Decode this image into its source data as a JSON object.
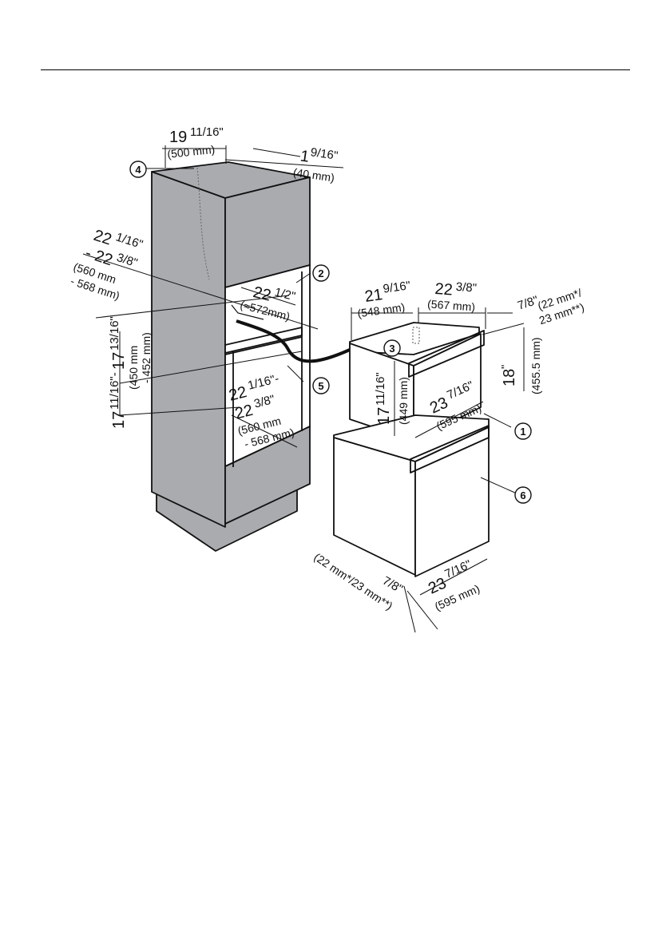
{
  "callouts": [
    "1",
    "2",
    "3",
    "4",
    "5",
    "6"
  ],
  "dimensions": {
    "top_width": {
      "big": "19",
      "frac": "11/16\"",
      "mm": "(500 mm)"
    },
    "top_gap": {
      "big": "1",
      "frac": "9/16\"",
      "mm": "(40 mm)"
    },
    "left_depth": {
      "l1_big": "22",
      "l1_frac": "1/16\"",
      "l2_big": "- 22",
      "l2_frac": "3/8\"",
      "mm1": "(560 mm",
      "mm2": "- 568 mm)"
    },
    "inner_width": {
      "big": "22",
      "frac": "1/2\"",
      "mm": "(≈572mm)"
    },
    "niche_height": {
      "big": "17",
      "frac": "11/16\"-",
      "big2": "17",
      "frac2": "13/16\"",
      "mm1": "(450 mm",
      "mm2": "- 452 mm)"
    },
    "lower_width": {
      "l1_big": "22",
      "l1_frac": "1/16\"-",
      "l2_big": "22",
      "l2_frac": "3/8\"",
      "mm1": "(560 mm",
      "mm2": "- 568 mm)"
    },
    "device_depth": {
      "big": "21",
      "frac": "9/16\"",
      "mm": "(548 mm)"
    },
    "device_depth2": {
      "big": "22",
      "frac": "3/8\"",
      "mm": "(567 mm)"
    },
    "front_thickness": {
      "frac": "7/8\"",
      "mm1": "(22 mm*/",
      "mm2": "23 mm**)"
    },
    "device_height": {
      "big": "18",
      "frac": "\"",
      "mm": "(455.5 mm)"
    },
    "device_inner_h": {
      "big": "17",
      "frac": "11/16\"",
      "mm": "(449 mm)"
    },
    "device_width": {
      "big": "23",
      "frac": "7/16\"",
      "mm": "(595 mm)"
    },
    "oven_width": {
      "big": "23",
      "frac": "7/16\"",
      "mm": "(595 mm)"
    },
    "oven_front": {
      "frac": "7/8\"",
      "mm": "(22 mm*/23 mm**)"
    }
  },
  "colors": {
    "cabinet": "#a9abaf",
    "cabinet_dark": "#8f9195",
    "line": "#111111",
    "panel": "#ffffff"
  }
}
